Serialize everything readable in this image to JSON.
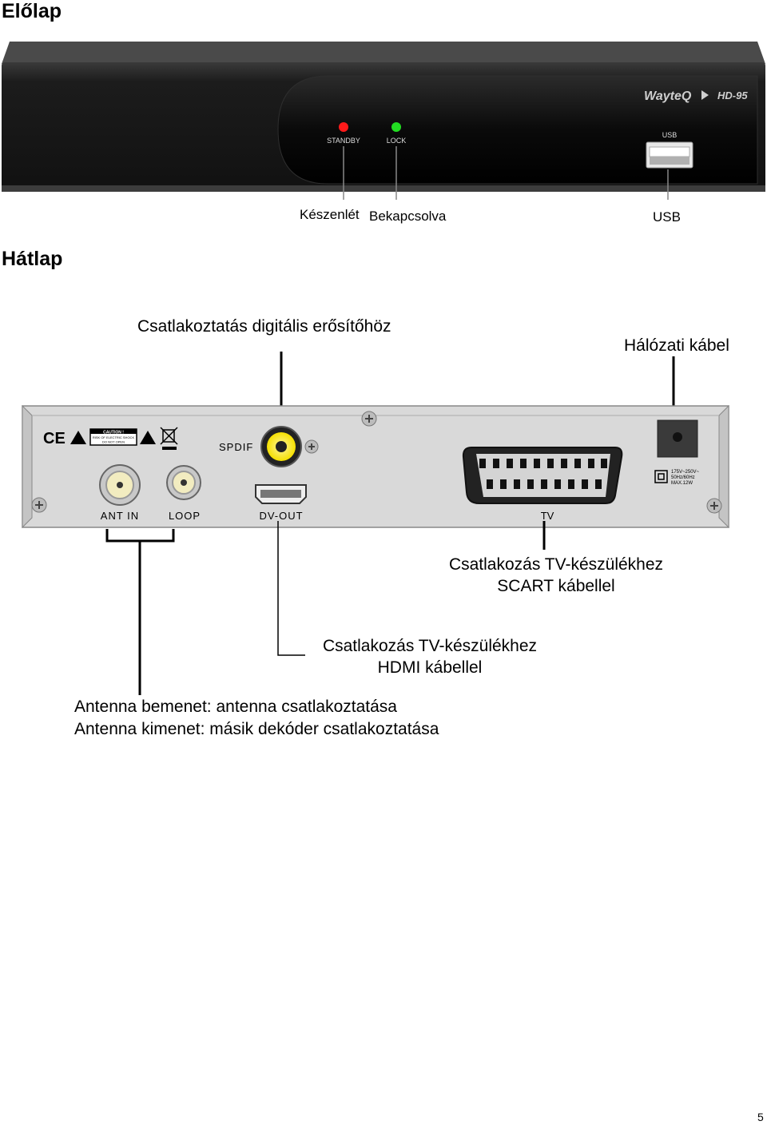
{
  "front": {
    "heading": "Előlap",
    "brand": "WayteQ",
    "model": "HD-95",
    "led_standby": "STANDBY",
    "led_lock": "LOCK",
    "usb_port_label": "USB",
    "callouts": {
      "standby": "Készenlét",
      "lock": "Bekapcsolva",
      "usb": "USB"
    },
    "colors": {
      "standby_led": "#ff1a1a",
      "lock_led": "#22dd22"
    }
  },
  "back": {
    "heading": "Hátlap",
    "panel_labels": {
      "spdif": "SPDIF",
      "ant_in": "ANT IN",
      "loop": "LOOP",
      "dv_out": "DV-OUT",
      "tv": "TV",
      "caution_title": "CAUTION !",
      "caution_line1": "RISK OF ELECTRIC SHOCK",
      "caution_line2": "DO NOT OPEN",
      "ce": "CE",
      "power_line1": "175V~250V~",
      "power_line2": "50Hz/60Hz",
      "power_line3": "MAX.12W"
    },
    "callouts": {
      "spdif": "Csatlakoztatás digitális erősítőhöz",
      "power": "Hálózati kábel",
      "scart_line1": "Csatlakozás TV-készülékhez",
      "scart_line2": "SCART kábellel",
      "hdmi_line1": "Csatlakozás TV-készülékhez",
      "hdmi_line2": "HDMI kábellel",
      "antenna_line1": "Antenna bemenet: antenna csatlakoztatása",
      "antenna_line2": "Antenna kimenet: másik dekóder csatlakoztatása"
    },
    "colors": {
      "rca_yellow": "#f5e000",
      "panel": "#d9d9d9"
    }
  },
  "page_number": "5"
}
